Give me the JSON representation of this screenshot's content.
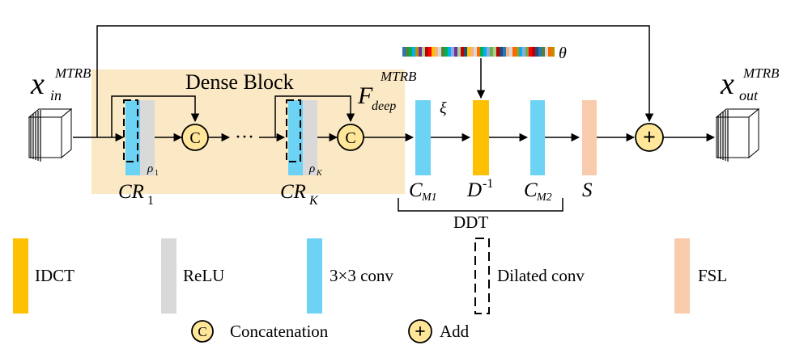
{
  "colors": {
    "dense_block_bg": "#FBE8C4",
    "idct": "#FFC000",
    "relu": "#D9D9D9",
    "conv": "#6DD3F5",
    "fsl": "#F8CBAD",
    "circle_fill": "#FFE699",
    "line": "#000000"
  },
  "diagram": {
    "input_label": "x",
    "input_sub": "in",
    "input_sup": "MTRB",
    "output_label": "x",
    "output_sub": "out",
    "output_sup": "MTRB",
    "dense_block_title": "Dense Block",
    "feature_label": "F",
    "feature_sub": "deep",
    "feature_sup": "MTRB",
    "dots": "···",
    "concat_symbol": "C",
    "add_symbol": "+",
    "cr1_label": "CR",
    "cr1_sub": "1",
    "rho1_label": "ρ",
    "rho1_sub": "1",
    "crk_label": "CR",
    "crk_sub": "K",
    "rhok_label": "ρ",
    "rhok_sub": "K",
    "xi_label": "ξ",
    "theta_label": "θ",
    "cm1_label": "C",
    "cm1_sub": "M1",
    "d_inv_label": "D",
    "d_inv_sup": "-1",
    "cm2_label": "C",
    "cm2_sub": "M2",
    "s_label": "S",
    "ddt_label": "DDT"
  },
  "legend": {
    "idct": "IDCT",
    "relu": "ReLU",
    "conv": "3×3 conv",
    "dilated": "Dilated conv",
    "fsl": "FSL",
    "concatenation": "Concatenation",
    "add": "Add"
  }
}
